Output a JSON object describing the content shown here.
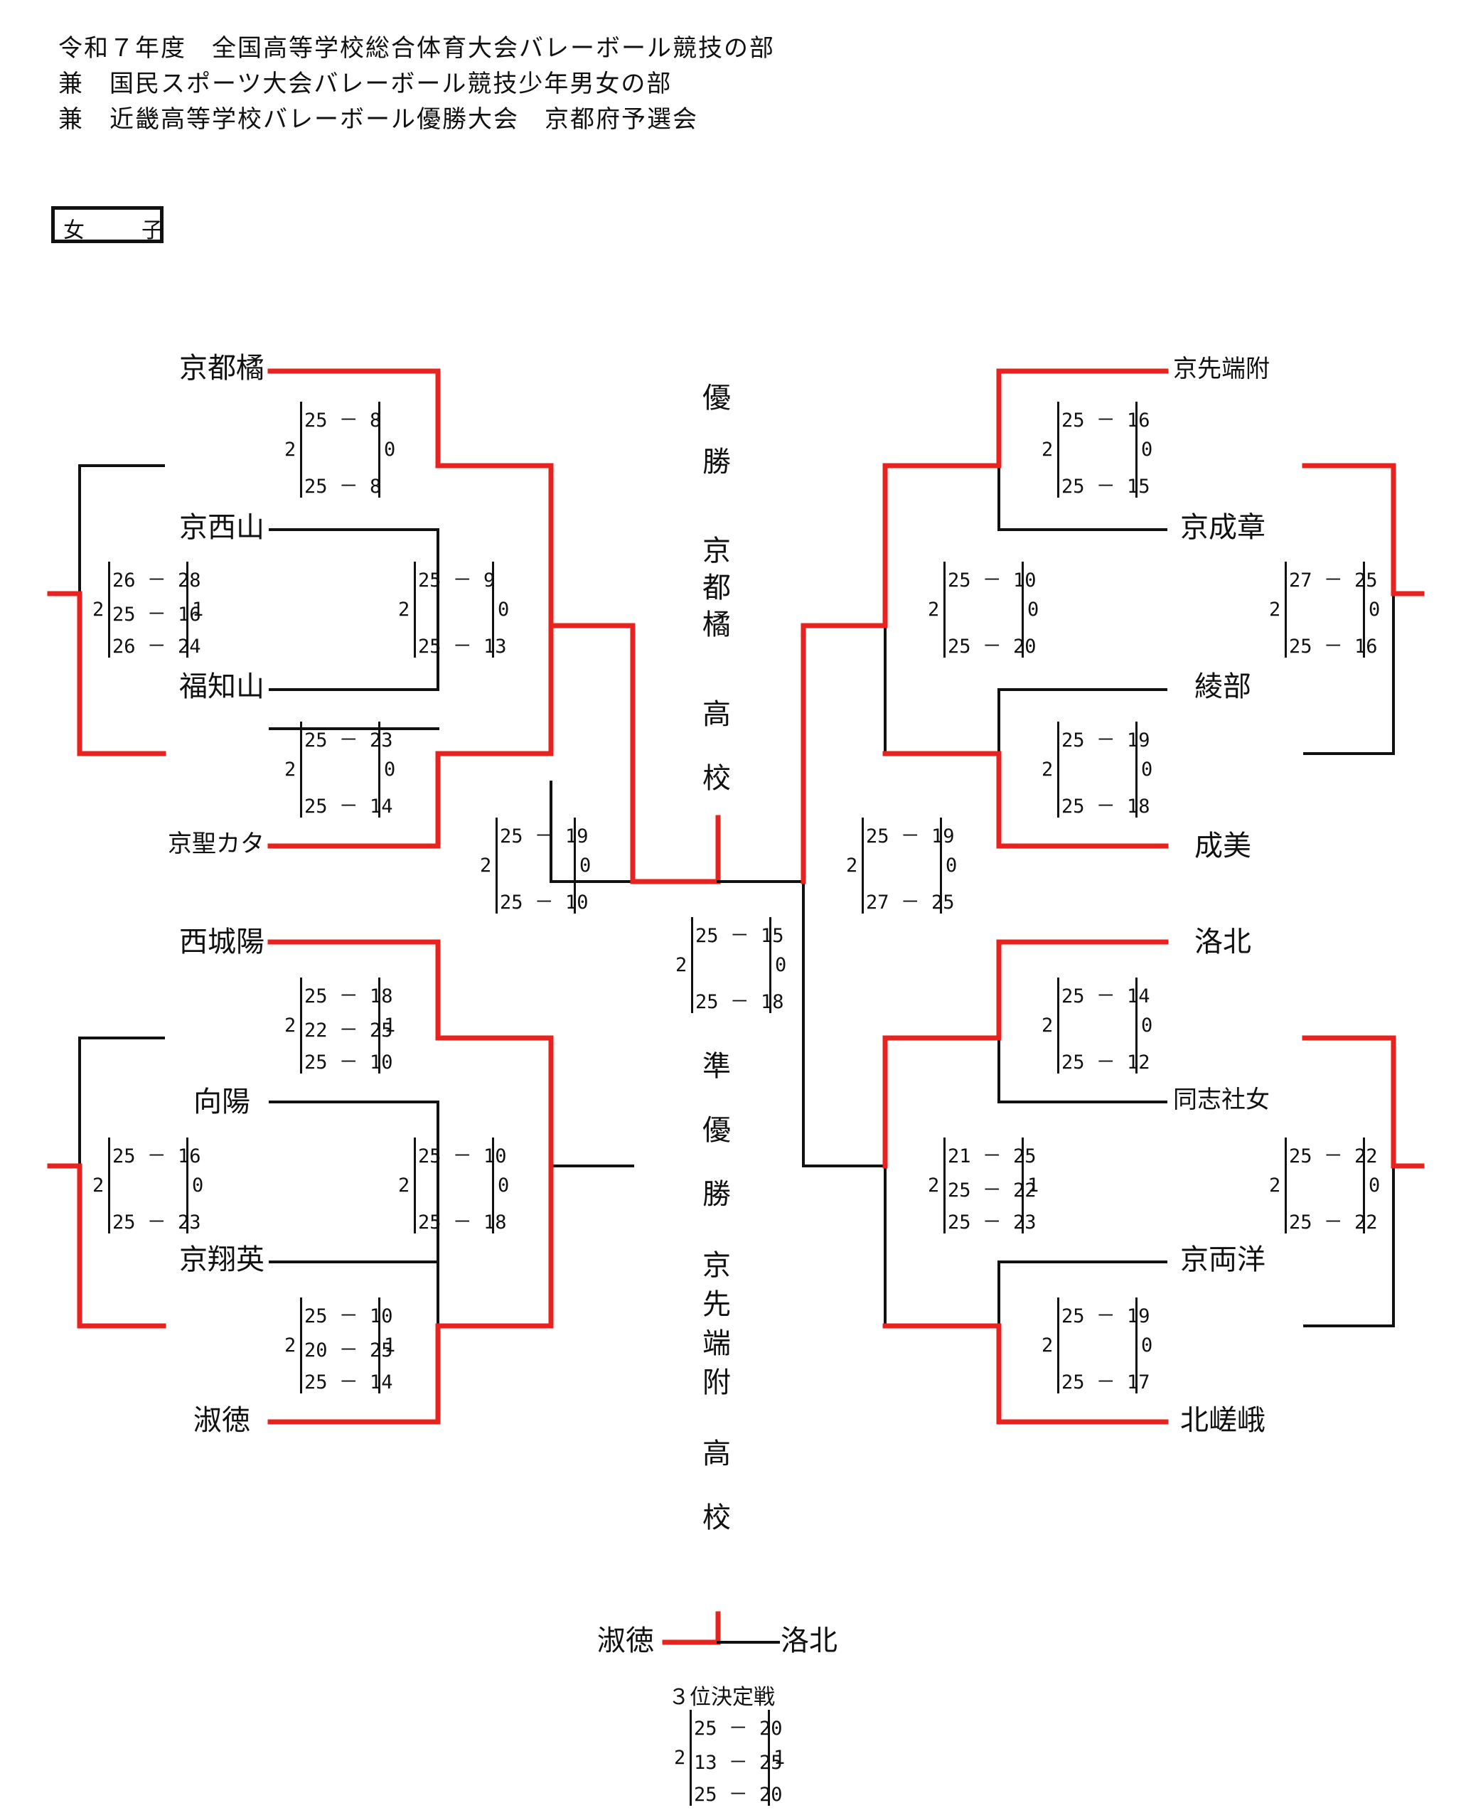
{
  "header": {
    "line1": "令和７年度　全国高等学校総合体育大会バレーボール競技の部",
    "line2": "兼　国民スポーツ大会バレーボール競技少年男女の部",
    "line3": "兼　近畿高等学校バレーボール優勝大会　京都府予選会"
  },
  "category": {
    "char1": "女",
    "char2": "子"
  },
  "colors": {
    "winner_line": "#e8231f",
    "loser_line": "#111111"
  },
  "teams": {
    "kyoto_tachibana": "京都橘",
    "kyo_nishiyama": "京西山",
    "fukuchiyama": "福知山",
    "kyo_seikata": "京聖カタ",
    "nishi_joyo": "西城陽",
    "koyo": "向陽",
    "kyo_shoei": "京翔英",
    "shukutoku": "淑徳",
    "kyo_sentanfu": "京先端附",
    "kyo_seisho": "京成章",
    "ayabe": "綾部",
    "seibi": "成美",
    "rakuhoku": "洛北",
    "doshisha_jo": "同志社女",
    "kyo_ryoyo": "京両洋",
    "kita_saga": "北嵯峨"
  },
  "champion": {
    "label": "優勝",
    "school": "京都橘",
    "suffix": "高校"
  },
  "runner_up": {
    "label": "準優勝",
    "school": "京先端附",
    "suffix": "高校"
  },
  "third_place": {
    "title": "３位決定戦",
    "left": "淑徳",
    "right": "洛北",
    "score": {
      "left_sets": "2",
      "right_sets": "1",
      "games": [
        "25 － 20",
        "13 － 25",
        "25 － 20"
      ]
    }
  },
  "scores": {
    "l_r1_a": {
      "left_sets": "2",
      "right_sets": "0",
      "games": [
        "25 －  8",
        "25 －  8"
      ]
    },
    "l_r1_b": {
      "left_sets": "2",
      "right_sets": "0",
      "games": [
        "25 － 23",
        "25 － 14"
      ]
    },
    "l_r1_c": {
      "left_sets": "2",
      "right_sets": "1",
      "games": [
        "25 － 18",
        "22 － 25",
        "25 － 10"
      ]
    },
    "l_r1_d": {
      "left_sets": "2",
      "right_sets": "1",
      "games": [
        "25 － 10",
        "20 － 25",
        "25 － 14"
      ]
    },
    "l_r2_a": {
      "left_sets": "2",
      "right_sets": "0",
      "games": [
        "25 －  9",
        "25 － 13"
      ]
    },
    "l_r2_b": {
      "left_sets": "2",
      "right_sets": "0",
      "games": [
        "25 － 10",
        "25 － 18"
      ]
    },
    "l_sf": {
      "left_sets": "2",
      "right_sets": "0",
      "games": [
        "25 － 19",
        "25 － 10"
      ]
    },
    "l_out_a": {
      "left_sets": "2",
      "right_sets": "1",
      "games": [
        "26 － 28",
        "25 － 16",
        "26 － 24"
      ]
    },
    "l_out_b": {
      "left_sets": "2",
      "right_sets": "0",
      "games": [
        "25 － 16",
        "25 － 23"
      ]
    },
    "final": {
      "left_sets": "2",
      "right_sets": "0",
      "games": [
        "25 － 15",
        "25 － 18"
      ]
    },
    "r_r1_a": {
      "left_sets": "2",
      "right_sets": "0",
      "games": [
        "25 － 16",
        "25 － 15"
      ]
    },
    "r_r1_b": {
      "left_sets": "2",
      "right_sets": "0",
      "games": [
        "25 － 19",
        "25 － 18"
      ]
    },
    "r_r1_c": {
      "left_sets": "2",
      "right_sets": "0",
      "games": [
        "25 － 14",
        "25 － 12"
      ]
    },
    "r_r1_d": {
      "left_sets": "2",
      "right_sets": "0",
      "games": [
        "25 － 19",
        "25 － 17"
      ]
    },
    "r_r2_a": {
      "left_sets": "2",
      "right_sets": "0",
      "games": [
        "25 － 10",
        "25 － 20"
      ]
    },
    "r_r2_b": {
      "left_sets": "2",
      "right_sets": "1",
      "games": [
        "21 － 25",
        "25 － 22",
        "25 － 23"
      ]
    },
    "r_sf": {
      "left_sets": "2",
      "right_sets": "0",
      "games": [
        "25 － 19",
        "27 － 25"
      ]
    },
    "r_out_a": {
      "left_sets": "2",
      "right_sets": "0",
      "games": [
        "27 － 25",
        "25 － 16"
      ]
    },
    "r_out_b": {
      "left_sets": "2",
      "right_sets": "0",
      "games": [
        "25 － 22",
        "25 － 22"
      ]
    }
  }
}
